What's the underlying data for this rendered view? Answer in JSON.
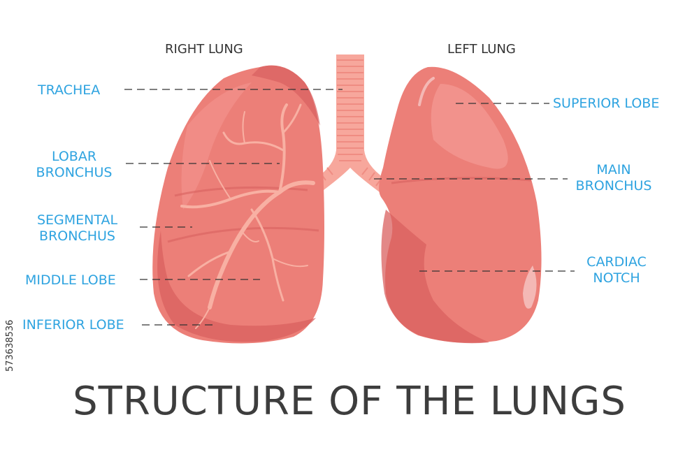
{
  "titles": {
    "right_lung": "RIGHT LUNG",
    "left_lung": "LEFT LUNG",
    "main": "STRUCTURE OF THE LUNGS"
  },
  "labels": {
    "trachea": "TRACHEA",
    "lobar_bronchus": [
      "LOBAR",
      "BRONCHUS"
    ],
    "segmental_bronchus": [
      "SEGMENTAL",
      "BRONCHUS"
    ],
    "middle_lobe": "MIDDLE LOBE",
    "inferior_lobe": "INFERIOR LOBE",
    "superior_lobe": "SUPERIOR LOBE",
    "main_bronchus": [
      "MAIN",
      "BRONCHUS"
    ],
    "cardiac_notch": [
      "CARDIAC",
      "NOTCH"
    ]
  },
  "watermark_id": "573638536",
  "colors": {
    "label_blue": "#2ea3e0",
    "lung_fill": "#ec7f78",
    "lung_shadow": "#d9605f",
    "lung_highlight": "#f59a94",
    "trachea": "#f7a79c",
    "leader_line": "#333333"
  }
}
